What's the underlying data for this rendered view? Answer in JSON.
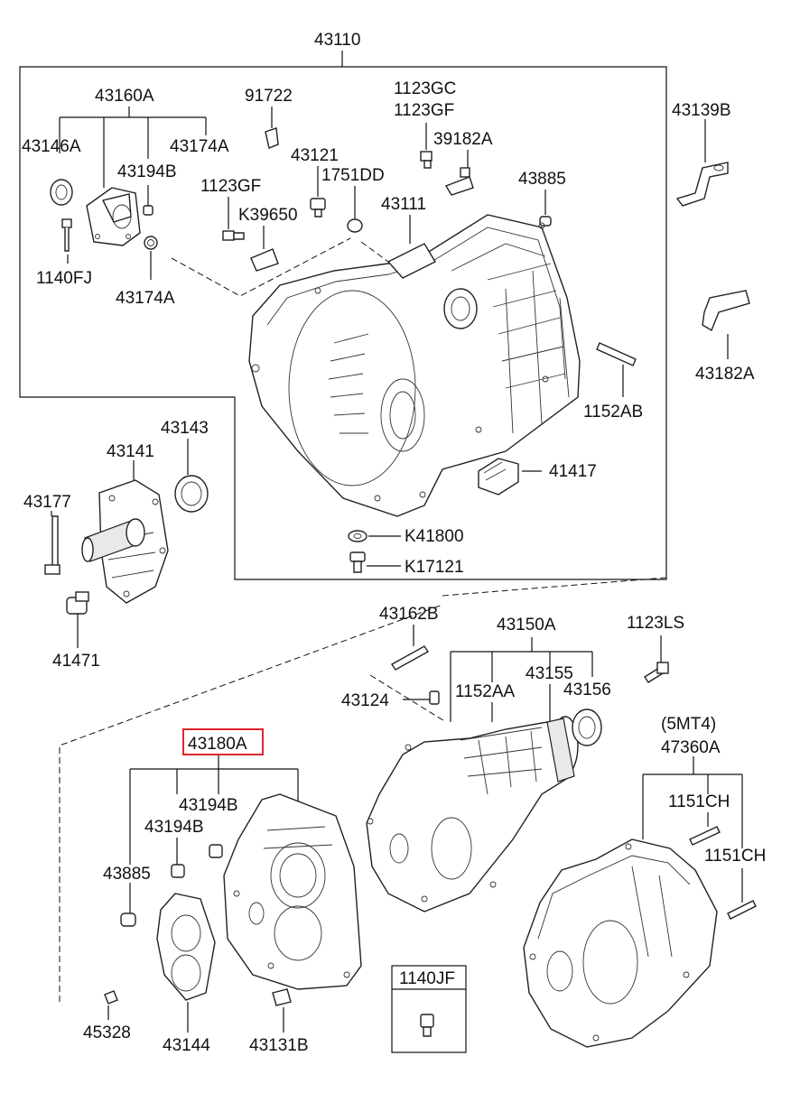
{
  "colors": {
    "highlight": "#e0262b",
    "ink": "#111111"
  },
  "labels": {
    "p43110": "43110",
    "p43160A": "43160A",
    "p91722": "91722",
    "p1123GC": "1123GC",
    "p1123GF_top": "1123GF",
    "p43146A": "43146A",
    "p43174A_top": "43174A",
    "p39182A": "39182A",
    "p43139B": "43139B",
    "p43121": "43121",
    "p43194B_top": "43194B",
    "p1751DD": "1751DD",
    "p1123GF": "1123GF",
    "p43885_top": "43885",
    "pK39650": "K39650",
    "p43111": "43111",
    "p1140FJ": "1140FJ",
    "p43174A": "43174A",
    "p43182A": "43182A",
    "p1152AB": "1152AB",
    "p43143": "43143",
    "p43141": "43141",
    "p41417": "41417",
    "p43177": "43177",
    "pK41800": "K41800",
    "pK17121": "K17121",
    "p41471": "41471",
    "p43162B": "43162B",
    "p43150A": "43150A",
    "p1123LS": "1123LS",
    "p43155": "43155",
    "p43124": "43124",
    "p1152AA": "1152AA",
    "p43156": "43156",
    "p5MT4": "(5MT4)",
    "p47360A": "47360A",
    "p43180A": "43180A",
    "p43194B_a": "43194B",
    "p43194B_b": "43194B",
    "p1151CH_a": "1151CH",
    "p1151CH_b": "1151CH",
    "p43885": "43885",
    "p1140JF": "1140JF",
    "p45328": "45328",
    "p43144": "43144",
    "p43131B": "43131B"
  }
}
